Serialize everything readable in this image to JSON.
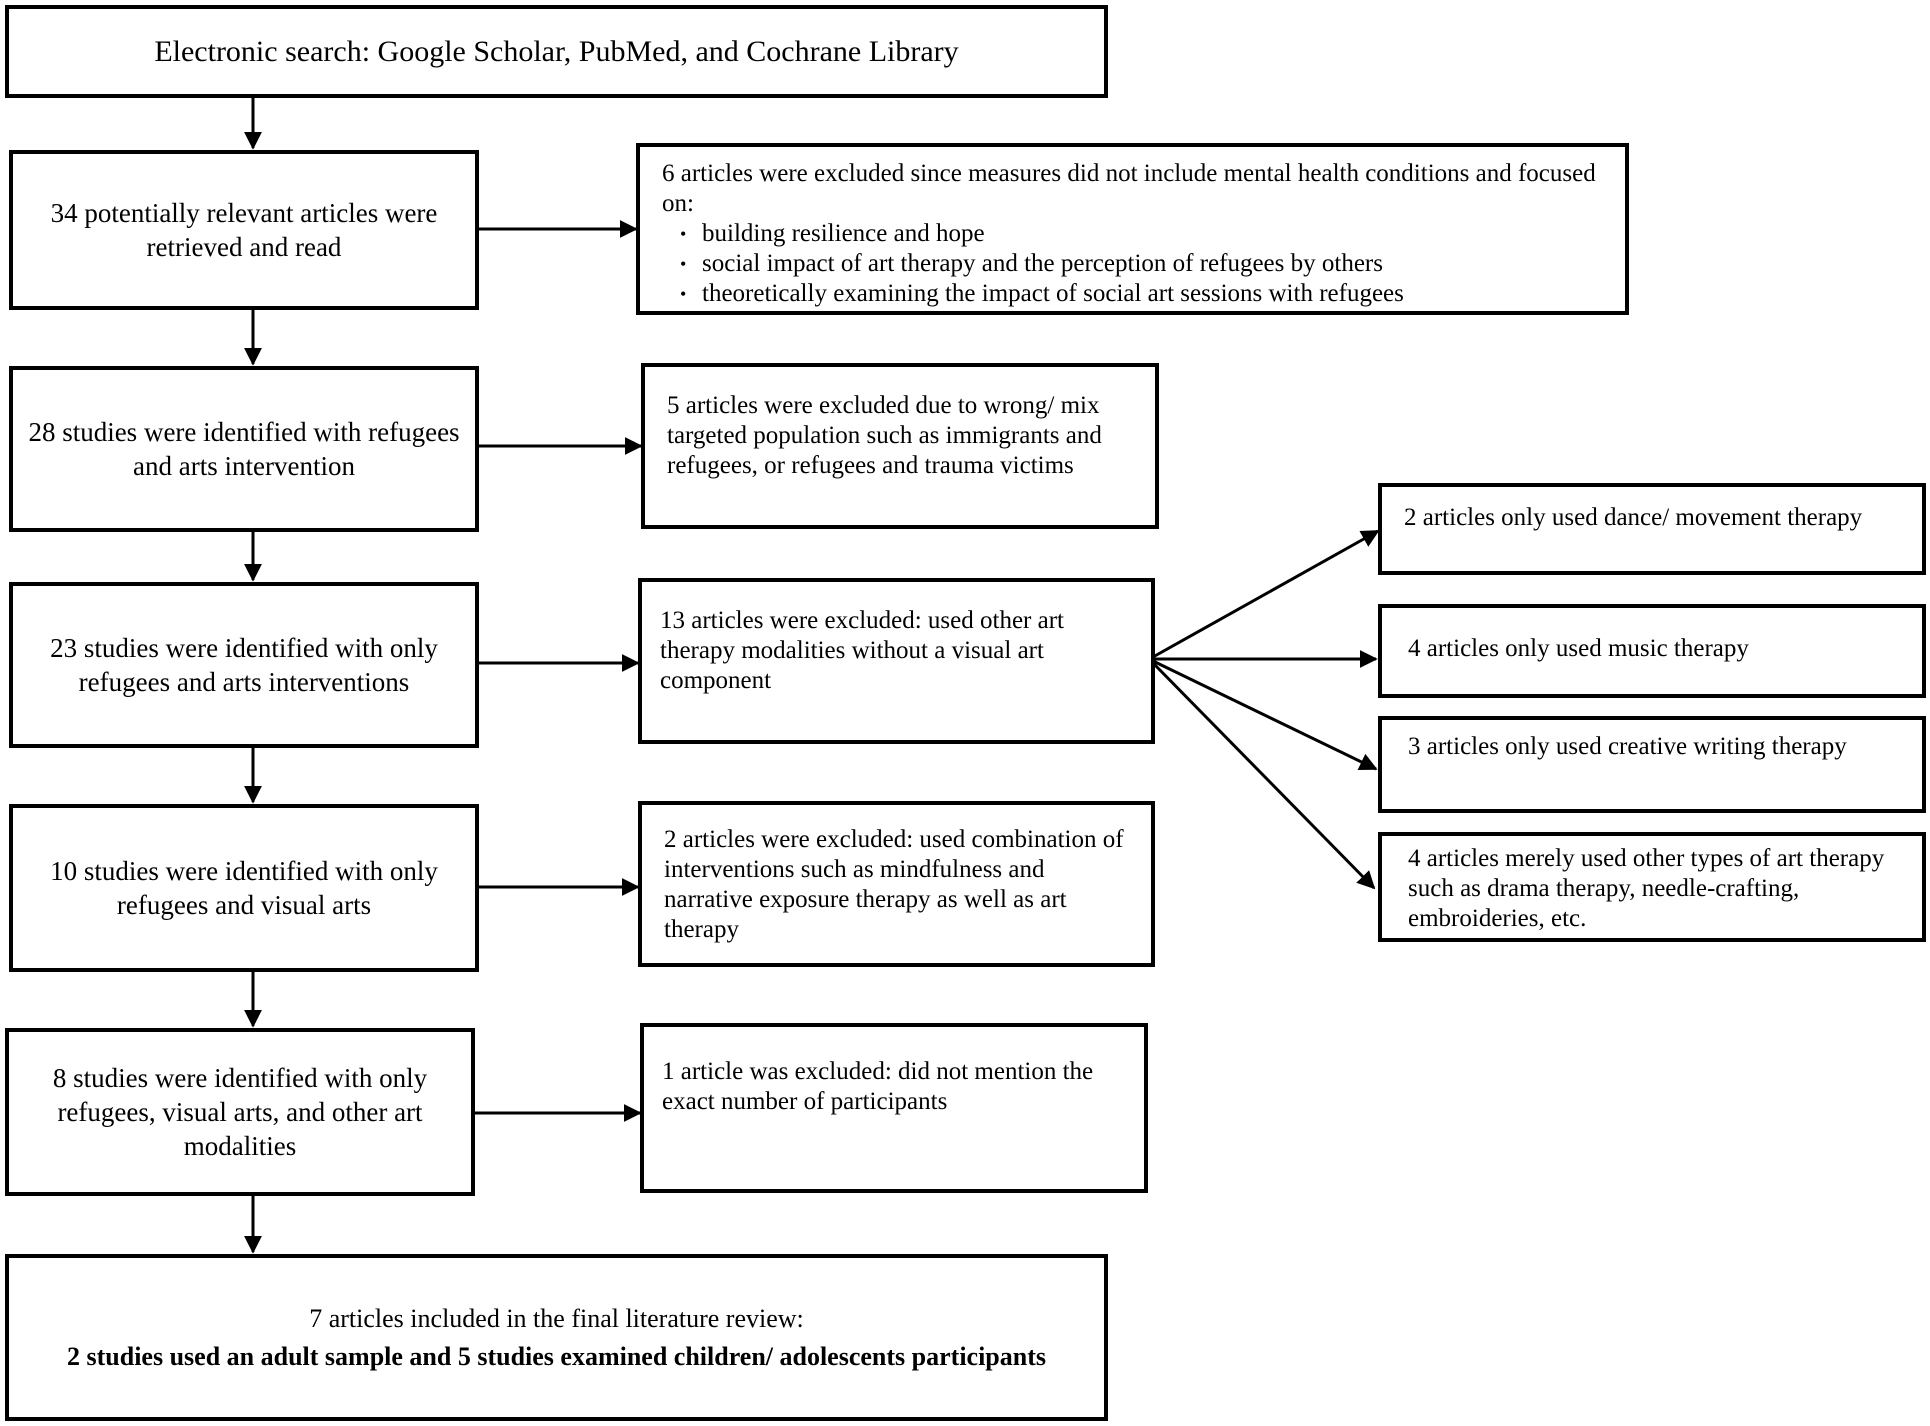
{
  "search": {
    "text": "Electronic search: Google Scholar, PubMed, and Cochrane Library"
  },
  "main": [
    {
      "text": "34 potentially relevant articles were retrieved and read"
    },
    {
      "text": "28 studies were identified with refugees and arts intervention"
    },
    {
      "text": "23 studies were identified with only refugees and arts interventions"
    },
    {
      "text": "10 studies were identified with only refugees and visual arts"
    },
    {
      "text": "8 studies were identified with only refugees, visual arts, and other  art modalities"
    }
  ],
  "excluded": [
    {
      "text": "6 articles were excluded since measures did not include mental health conditions and focused on:",
      "bullets": [
        "building resilience and hope",
        "social impact of art therapy and the perception of refugees by others",
        "theoretically examining the impact of social art sessions with refugees"
      ]
    },
    {
      "text": "5 articles were excluded due to wrong/ mix targeted population such as immigrants and refugees, or refugees and trauma victims"
    },
    {
      "text": "13 articles were excluded: used other art therapy modalities without a visual art component"
    },
    {
      "text": "2 articles were excluded: used combination of interventions such as mindfulness and narrative exposure therapy as well as art therapy"
    },
    {
      "text": "1 article was excluded: did not mention the exact number of participants"
    }
  ],
  "modalities": [
    {
      "text": "2 articles only used dance/ movement therapy"
    },
    {
      "text": "4 articles only used music therapy"
    },
    {
      "text": "3 articles only used creative writing therapy"
    },
    {
      "text": "4 articles merely used other types of art therapy  such as drama therapy, needle-crafting, embroideries, etc."
    }
  ],
  "final": {
    "line1": "7 articles included in the final literature review:",
    "line2": "2 studies used an adult sample and 5 studies examined children/ adolescents participants"
  }
}
